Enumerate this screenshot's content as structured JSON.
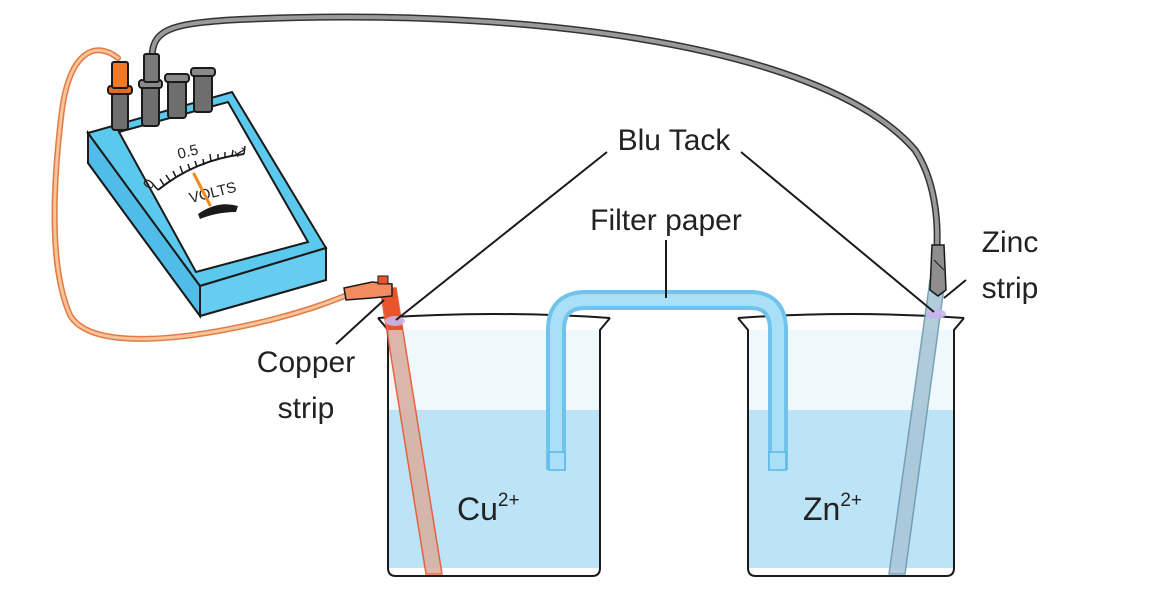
{
  "labels": {
    "blu_tack": "Blu Tack",
    "filter_paper": "Filter paper",
    "zinc_strip_line1": "Zinc",
    "zinc_strip_line2": "strip",
    "copper_strip_line1": "Copper",
    "copper_strip_line2": "strip"
  },
  "ions": {
    "left_base": "Cu",
    "left_charge": "2+",
    "right_base": "Zn",
    "right_charge": "2+"
  },
  "voltmeter": {
    "scale_0": "0",
    "scale_mid": "0.5",
    "scale_1": "1",
    "unit": "VOLTS"
  },
  "colors": {
    "meter_body": "#5bc8ee",
    "meter_side": "#3aa9da",
    "solution": "#bde3f6",
    "salt_bridge": "#8fd3f4",
    "copper": "#e8552c",
    "zinc": "#a9c7d8",
    "red_wire": "#f4a46c",
    "grey_wire": "#8a8a8a",
    "outline": "#1a1a1a"
  }
}
